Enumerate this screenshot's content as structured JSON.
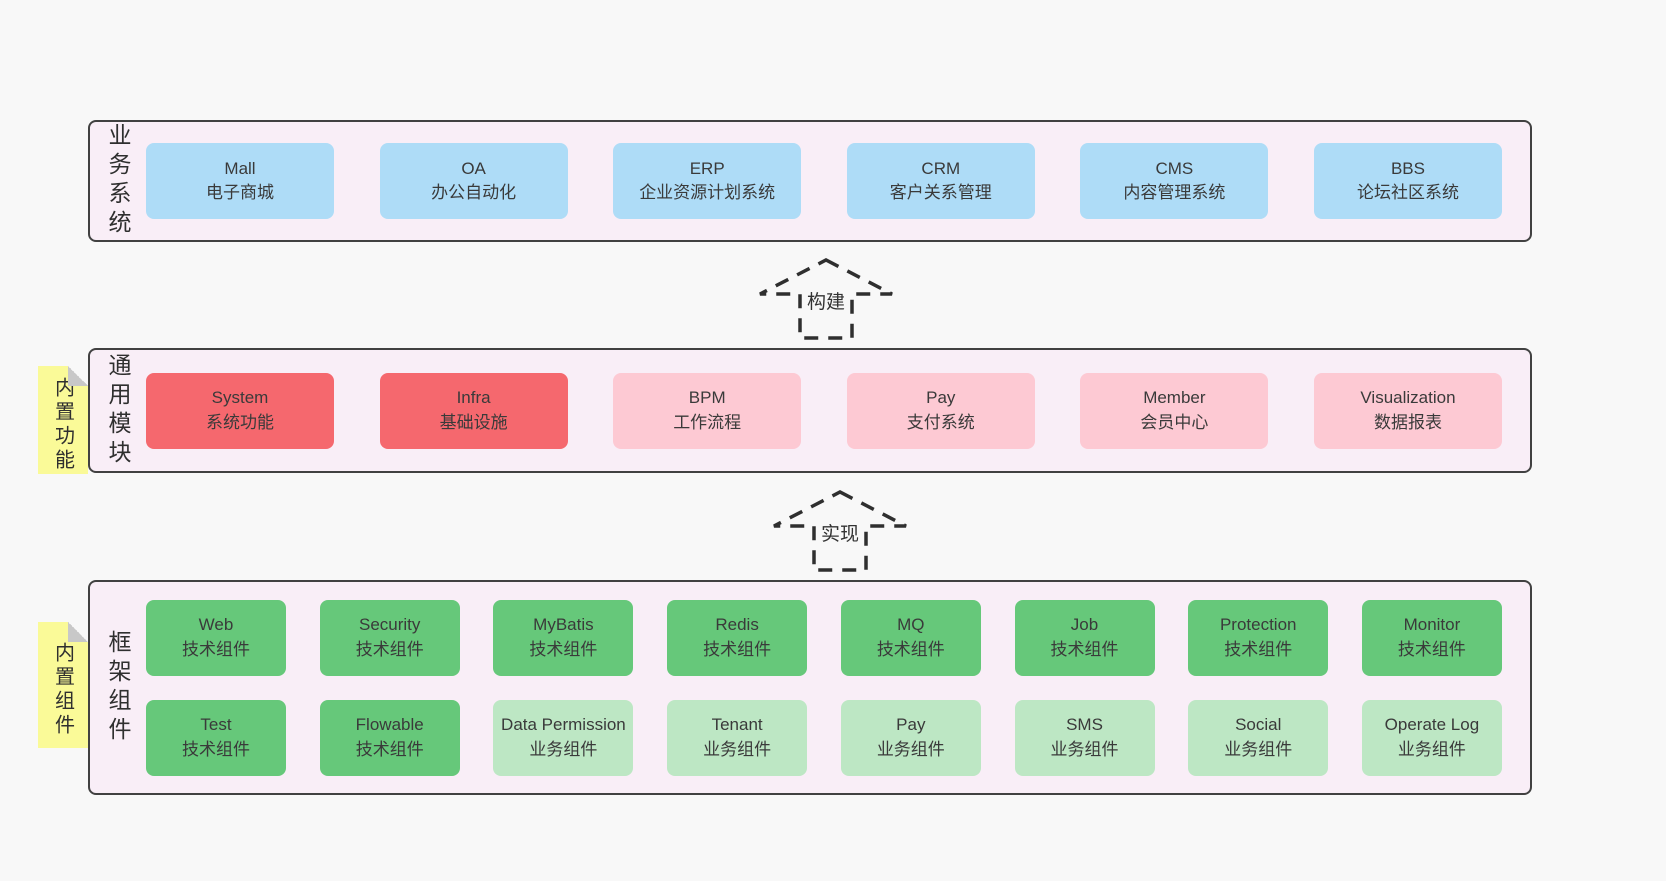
{
  "colors": {
    "page_bg": "#f8f8f8",
    "layer_bg": "#f9eef7",
    "layer_border": "#414141",
    "blue": "#aedcf7",
    "red": "#f5686e",
    "pink": "#fdc9d3",
    "green_dark": "#66c87a",
    "green_light": "#bde7c4",
    "note_yellow": "#fafa98",
    "note_fold": "#c8c8c8",
    "text_dark": "#3a3a3a"
  },
  "arrows": [
    {
      "label": "构建"
    },
    {
      "label": "实现"
    }
  ],
  "layers": [
    {
      "id": "business",
      "label": "业务系统",
      "note": "",
      "rows": [
        [
          {
            "title": "Mall",
            "subtitle": "电子商城",
            "color": "blue"
          },
          {
            "title": "OA",
            "subtitle": "办公自动化",
            "color": "blue"
          },
          {
            "title": "ERP",
            "subtitle": "企业资源计划系统",
            "color": "blue"
          },
          {
            "title": "CRM",
            "subtitle": "客户关系管理",
            "color": "blue"
          },
          {
            "title": "CMS",
            "subtitle": "内容管理系统",
            "color": "blue"
          },
          {
            "title": "BBS",
            "subtitle": "论坛社区系统",
            "color": "blue"
          }
        ]
      ]
    },
    {
      "id": "modules",
      "label": "通用模块",
      "note": "内置功能",
      "rows": [
        [
          {
            "title": "System",
            "subtitle": "系统功能",
            "color": "red"
          },
          {
            "title": "Infra",
            "subtitle": "基础设施",
            "color": "red"
          },
          {
            "title": "BPM",
            "subtitle": "工作流程",
            "color": "pink"
          },
          {
            "title": "Pay",
            "subtitle": "支付系统",
            "color": "pink"
          },
          {
            "title": "Member",
            "subtitle": "会员中心",
            "color": "pink"
          },
          {
            "title": "Visualization",
            "subtitle": "数据报表",
            "color": "pink"
          }
        ]
      ]
    },
    {
      "id": "components",
      "label": "框架组件",
      "note": "内置组件",
      "rows": [
        [
          {
            "title": "Web",
            "subtitle": "技术组件",
            "color": "green_dark"
          },
          {
            "title": "Security",
            "subtitle": "技术组件",
            "color": "green_dark"
          },
          {
            "title": "MyBatis",
            "subtitle": "技术组件",
            "color": "green_dark"
          },
          {
            "title": "Redis",
            "subtitle": "技术组件",
            "color": "green_dark"
          },
          {
            "title": "MQ",
            "subtitle": "技术组件",
            "color": "green_dark"
          },
          {
            "title": "Job",
            "subtitle": "技术组件",
            "color": "green_dark"
          },
          {
            "title": "Protection",
            "subtitle": "技术组件",
            "color": "green_dark"
          },
          {
            "title": "Monitor",
            "subtitle": "技术组件",
            "color": "green_dark"
          }
        ],
        [
          {
            "title": "Test",
            "subtitle": "技术组件",
            "color": "green_dark"
          },
          {
            "title": "Flowable",
            "subtitle": "技术组件",
            "color": "green_dark"
          },
          {
            "title": "Data Permission",
            "subtitle": "业务组件",
            "color": "green_light"
          },
          {
            "title": "Tenant",
            "subtitle": "业务组件",
            "color": "green_light"
          },
          {
            "title": "Pay",
            "subtitle": "业务组件",
            "color": "green_light"
          },
          {
            "title": "SMS",
            "subtitle": "业务组件",
            "color": "green_light"
          },
          {
            "title": "Social",
            "subtitle": "业务组件",
            "color": "green_light"
          },
          {
            "title": "Operate Log",
            "subtitle": "业务组件",
            "color": "green_light"
          }
        ]
      ]
    }
  ]
}
